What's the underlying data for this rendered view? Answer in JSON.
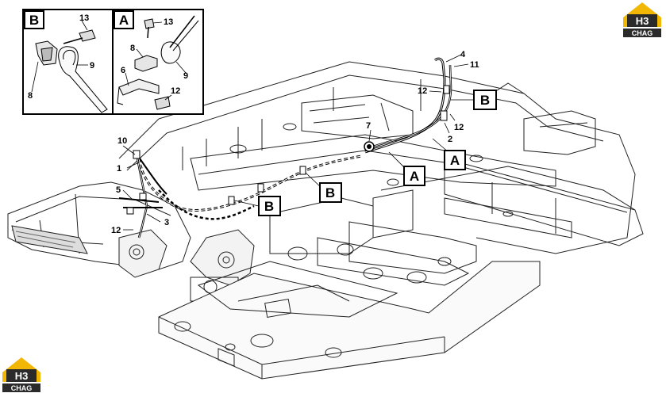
{
  "logo": {
    "mark": "H3",
    "sub": "CHAG",
    "brand_color": "#f2b705"
  },
  "inset": {
    "panel_b_label": "B",
    "panel_a_label": "A",
    "callouts_b": [
      "13",
      "9",
      "8"
    ],
    "callouts_a": [
      "13",
      "8",
      "9",
      "6",
      "12"
    ]
  },
  "callouts": [
    "4",
    "11",
    "12",
    "12",
    "7",
    "2",
    "10",
    "1",
    "5",
    "3",
    "12"
  ],
  "detail_tags": [
    "B",
    "A",
    "A",
    "B",
    "B"
  ]
}
